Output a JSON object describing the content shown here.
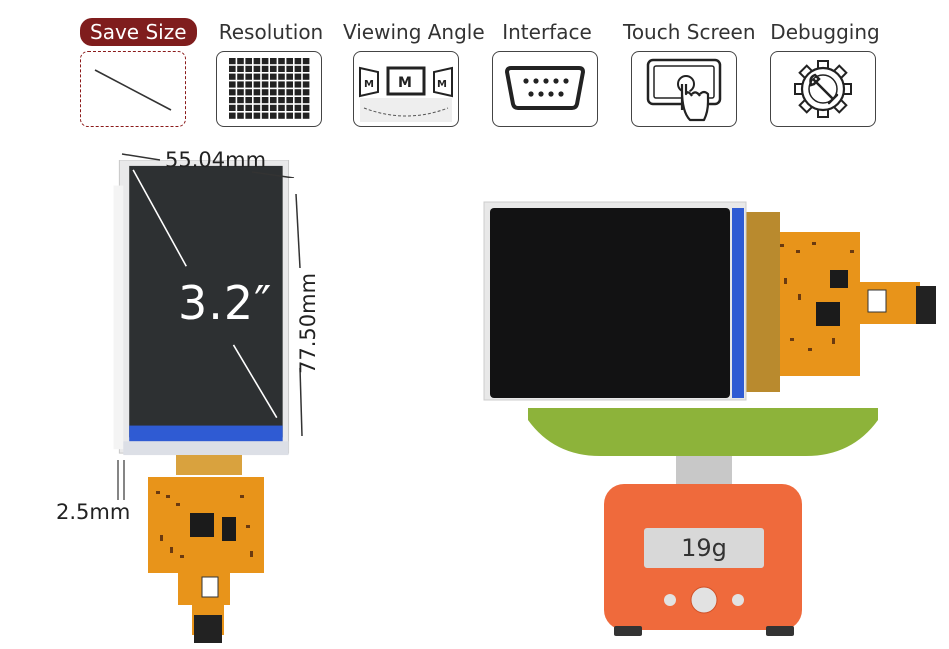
{
  "features": [
    {
      "label": "Save Size",
      "icon": "diagonal-line-icon",
      "active": true
    },
    {
      "label": "Resolution",
      "icon": "pixel-grid-icon",
      "active": false
    },
    {
      "label": "Viewing Angle",
      "icon": "viewing-angle-icon",
      "active": false
    },
    {
      "label": "Interface",
      "icon": "serial-port-icon",
      "active": false
    },
    {
      "label": "Touch Screen",
      "icon": "touch-hand-icon",
      "active": false
    },
    {
      "label": "Debugging",
      "icon": "gear-wrench-icon",
      "active": false
    }
  ],
  "product": {
    "width_label": "55.04mm",
    "height_label": "77.50mm",
    "thickness_label": "2.5mm",
    "diagonal_label": "3.2″",
    "weight_label": "19g"
  },
  "colors": {
    "accent": "#7f1d1d",
    "pcb": "#e8941a",
    "scale_body": "#ef6a3c",
    "scale_tray": "#8db33a"
  }
}
